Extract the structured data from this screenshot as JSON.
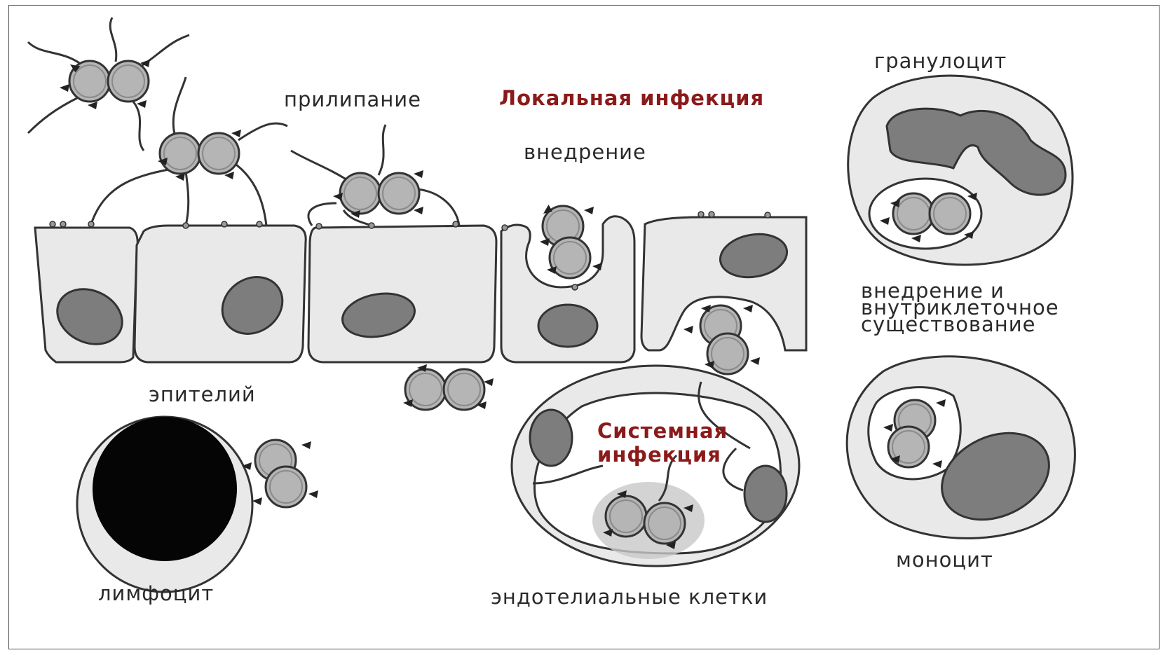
{
  "labels": {
    "adhesion": "прилипание",
    "local_infection": "Локальная инфекция",
    "invasion": "внедрение",
    "granulocyte": "гранулоцит",
    "invasion_intracellular": [
      "внедрение и",
      "внутриклеточное",
      "существование"
    ],
    "epithelium": "эпителий",
    "systemic_infection": [
      "Системная",
      "инфекция"
    ],
    "monocyte": "моноцит",
    "lymphocyte": "лимфоцит",
    "endothelial_cells": "эндотелиальные клетки"
  },
  "colors": {
    "cell_fill": "#e9e9e9",
    "nucleus": "#7d7d7d",
    "coccus": "#b5b5b5",
    "outline": "#333333",
    "accent_red": "#8b1a1a",
    "lymphocyte_nucleus": "#050505"
  }
}
